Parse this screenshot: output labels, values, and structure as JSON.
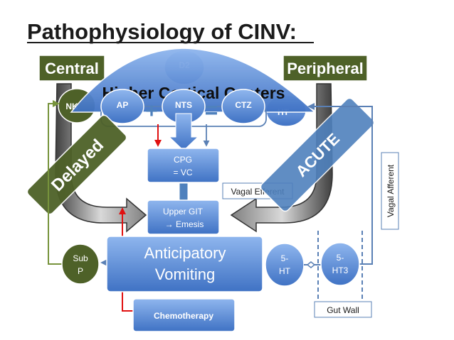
{
  "title": "Pathophysiology of CINV:",
  "labels": {
    "central": "Central",
    "peripheral": "Peripheral",
    "d2": "D2",
    "higher_cortical": "Higher Cortical Centers",
    "ap": "AP",
    "nts": "NTS",
    "ctz": "CTZ",
    "nk": "NK",
    "ht_right": "HT",
    "cpg_line1": "CPG",
    "cpg_line2": "= VC",
    "upper_git_line1": "Upper GIT",
    "upper_git_line2": "→ Emesis",
    "vagal_efferent": "Vagal Efferent",
    "vagal_afferent": "Vagal Afferent",
    "delayed": "Delayed",
    "acute": "ACUTE",
    "anticipatory_line1": "Anticipatory",
    "anticipatory_line2": "Vomiting",
    "sub_p_line1": "Sub",
    "sub_p_line2": "P",
    "five_ht_line1": "5-",
    "five_ht_line2": "HT",
    "five_ht3_line1": "5-",
    "five_ht3_line2": "HT3",
    "gut_wall": "Gut Wall",
    "chemotherapy": "Chemotherapy",
    "plus": "+",
    "equals": "="
  },
  "colors": {
    "blue_fill": "#4f81bd",
    "blue_light": "#6fa0e0",
    "green_fill": "#4f6228",
    "green_banner": "#4e6128",
    "green_line": "#77933c",
    "red_line": "#e01010",
    "outline_blue": "#5a80b5"
  }
}
